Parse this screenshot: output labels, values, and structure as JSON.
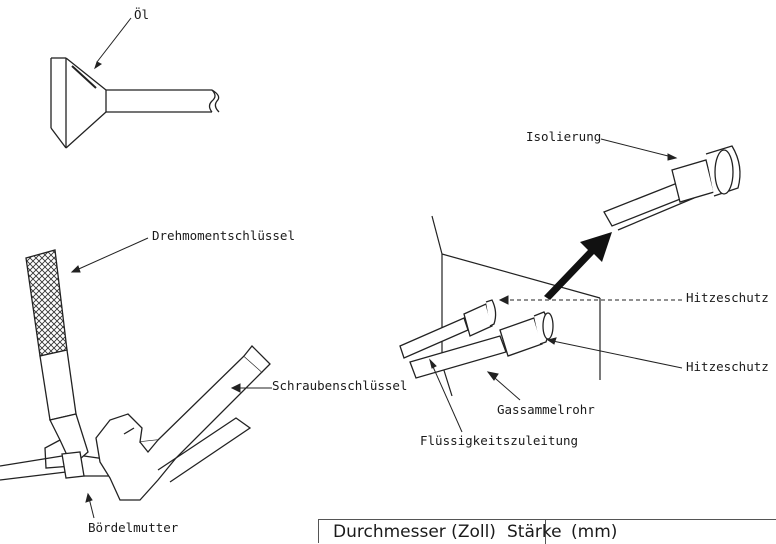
{
  "labels": {
    "oil": "Öl",
    "insulation": "Isolierung",
    "torque_wrench": "Drehmomentschlüssel",
    "wrench": "Schraubenschlüssel",
    "flare_nut": "Bördelmutter",
    "heat_shield_1": "Hitzeschutz",
    "heat_shield_2": "Hitzeschutz",
    "gas_pipe": "Gassammelrohr",
    "liquid_pipe": "Flüssigkeitszuleitung"
  },
  "table": {
    "col_diameter": "Durchmesser (Zoll)",
    "col_thickness": "Stärke",
    "col_thickness_unit": "(mm)"
  }
}
